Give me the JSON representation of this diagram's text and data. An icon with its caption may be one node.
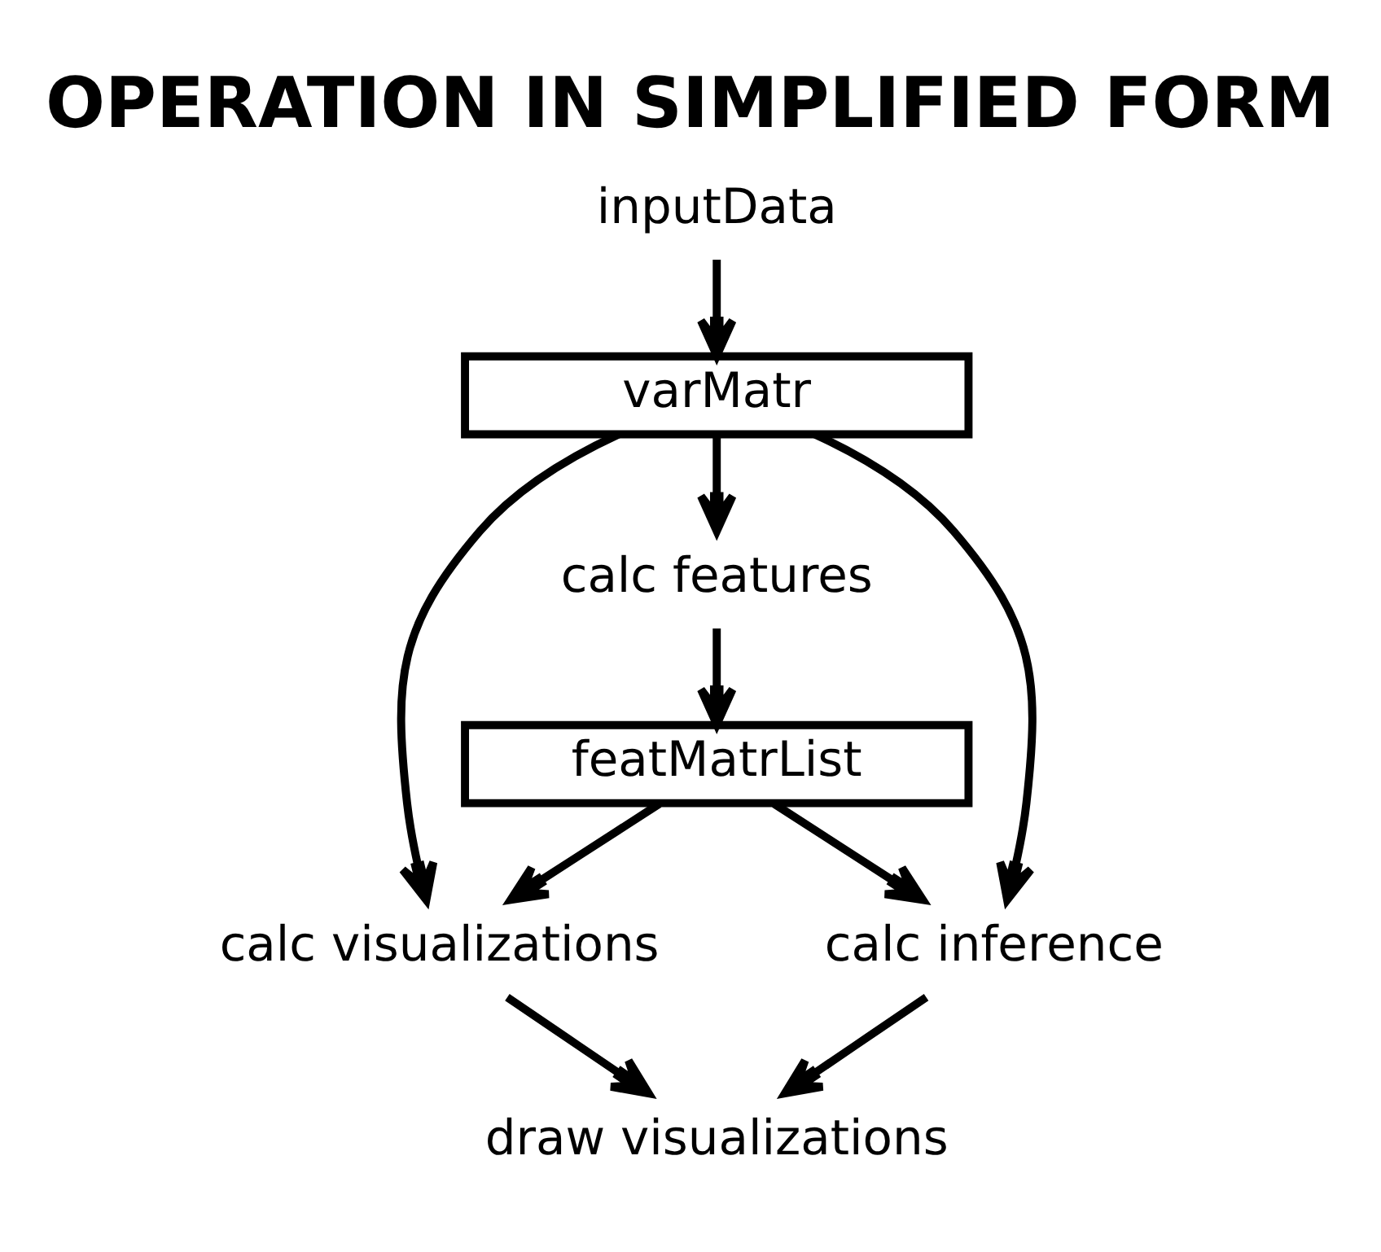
{
  "diagram": {
    "title": "OPERATION IN SIMPLIFIED FORM",
    "nodes": [
      {
        "text": [
          "inputData"
        ]
      },
      {
        "text": [
          "varMatr"
        ]
      },
      {
        "text": [
          "calc features"
        ]
      },
      {
        "text": [
          "featMatrList"
        ]
      },
      {
        "text": [
          "calc visualizations"
        ]
      },
      {
        "text": [
          "calc inference"
        ]
      },
      {
        "text": [
          "draw visualizations"
        ]
      }
    ],
    "edges": [
      {
        "from": 0,
        "to": 1,
        "arrow": "to"
      },
      {
        "from": 1,
        "to": 2,
        "arrow": "to"
      },
      {
        "from": 1,
        "to": 4,
        "arrow": "to"
      },
      {
        "from": 1,
        "to": 5,
        "arrow": "to"
      },
      {
        "from": 2,
        "to": 3,
        "arrow": "to"
      },
      {
        "from": 3,
        "to": 4,
        "arrow": "to"
      },
      {
        "from": 3,
        "to": 5,
        "arrow": "to"
      },
      {
        "from": 4,
        "to": 6,
        "arrow": "to"
      },
      {
        "from": 5,
        "to": 6,
        "arrow": "to"
      }
    ]
  }
}
